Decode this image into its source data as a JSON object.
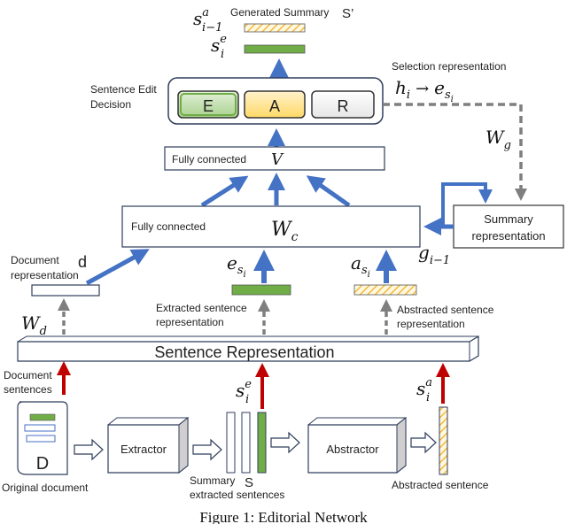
{
  "caption": "Figure 1: Editorial Network",
  "generated_summary": {
    "label": "Generated Summary",
    "symbol": "S’",
    "sym_a": "s",
    "sym_a_sup": "a",
    "sym_a_sub": "i−1",
    "sym_e": "s",
    "sym_e_sup": "e",
    "sym_e_sub": "i"
  },
  "edit_decision": {
    "label_line1": "Sentence Edit",
    "label_line2": "Decision",
    "E": "E",
    "A": "A",
    "R": "R"
  },
  "selection": {
    "label": "Selection representation",
    "h": "h",
    "h_sub": "i",
    "arrow": "→",
    "e": "e",
    "e_sub": "s",
    "e_subsub": "i"
  },
  "fc_top": {
    "label": "Fully connected",
    "symbol": "V"
  },
  "fc_mid": {
    "label": "Fully connected",
    "symbol": "W",
    "symbol_sub": "c"
  },
  "wg": {
    "symbol": "W",
    "symbol_sub": "g"
  },
  "summary_rep": {
    "line1": "Summary",
    "line2": "representation"
  },
  "g": {
    "symbol": "g",
    "sub": "i−1"
  },
  "document_rep": {
    "line1": "Document",
    "line2": "representation",
    "symbol": "d"
  },
  "wd": {
    "symbol": "W",
    "sub": "d"
  },
  "extracted": {
    "line1": "Extracted sentence",
    "line2": "representation",
    "symbol": "e",
    "sub": "s",
    "subsub": "i"
  },
  "abstracted": {
    "line1": "Abstracted sentence",
    "line2": "representation",
    "symbol": "a",
    "sub": "s",
    "subsub": "i"
  },
  "sentence_rep": {
    "label": "Sentence Representation"
  },
  "doc_sentences": {
    "line1": "Document",
    "line2": "sentences"
  },
  "original_doc": {
    "label": "Original document",
    "letter": "D"
  },
  "extractor": {
    "label": "Extractor"
  },
  "abstractor": {
    "label": "Abstractor"
  },
  "summary_extracted": {
    "line1": "Summary",
    "line2": "extracted sentences",
    "symbol": "S"
  },
  "s_e": {
    "s": "s",
    "sup": "e",
    "sub": "i"
  },
  "s_a": {
    "s": "s",
    "sup": "a",
    "sub": "i"
  },
  "abstracted_sentence": {
    "label": "Abstracted sentence"
  },
  "colors": {
    "blue": "#4472c4",
    "red": "#c00000",
    "gray": "#7f7f7f",
    "green": "#70ad47",
    "yellow": "#ffd966",
    "hatch": "#f4b942"
  }
}
